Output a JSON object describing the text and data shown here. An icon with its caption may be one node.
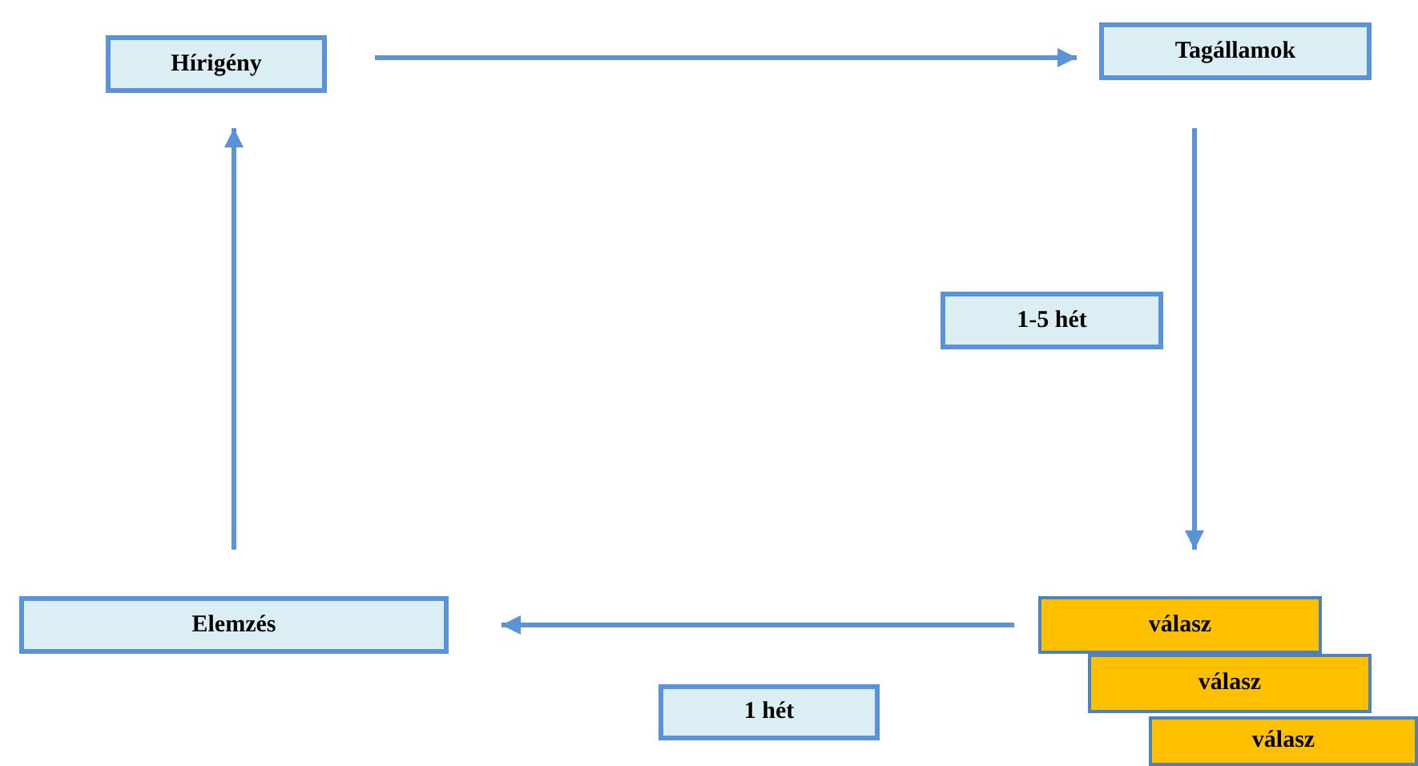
{
  "diagram": {
    "nodes": [
      {
        "text": [
          "Hírigény"
        ]
      },
      {
        "text": [
          "Tagállamok"
        ]
      },
      {
        "text": [
          "1-5 hét"
        ]
      },
      {
        "text": [
          "válasz"
        ]
      },
      {
        "text": [
          "válasz"
        ]
      },
      {
        "text": [
          "válasz"
        ]
      },
      {
        "text": [
          "Elemzés"
        ]
      },
      {
        "text": [
          "1 hét"
        ]
      }
    ],
    "edges": [
      {
        "from": 0,
        "to": 1,
        "arrow": "to"
      },
      {
        "from": 1,
        "to": 3,
        "arrow": "to"
      },
      {
        "from": 3,
        "to": 6,
        "arrow": "to"
      },
      {
        "from": 6,
        "to": 0,
        "arrow": "to"
      }
    ]
  }
}
